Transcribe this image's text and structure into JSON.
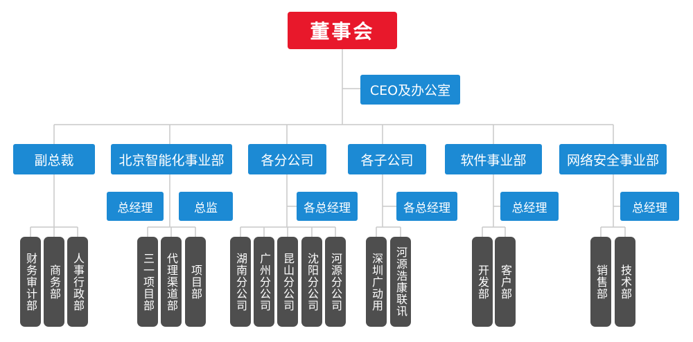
{
  "board": "董事会",
  "ceo_office": "CEO及办公室",
  "divisions": [
    "副总裁",
    "北京智能化事业部",
    "各分公司",
    "各子公司",
    "软件事业部",
    "网络安全事业部"
  ],
  "managers": {
    "beijing_general_manager": "总经理",
    "beijing_director": "总监",
    "branch_managers": "各总经理",
    "subsidiary_managers": "各总经理",
    "software_manager": "总经理",
    "security_manager": "总经理"
  },
  "departments": {
    "vp": [
      "财务审计部",
      "商务部",
      "人事行政部"
    ],
    "beijing": [
      "三一项目部",
      "代理渠道部",
      "项目部"
    ],
    "branches": [
      "湖南分公司",
      "广州分公司",
      "昆山分公司",
      "沈阳分公司",
      "河源分公司"
    ],
    "subsidiaries": [
      "深圳广动用",
      "河源浩康联讯"
    ],
    "software": [
      "开发部",
      "客户部"
    ],
    "security": [
      "销售部",
      "技术部"
    ]
  },
  "colors": {
    "board": "#e8182b",
    "blue_box": "#1c8ad4",
    "grey_box": "#4e4e4e",
    "connector": "#c9c9c9"
  }
}
